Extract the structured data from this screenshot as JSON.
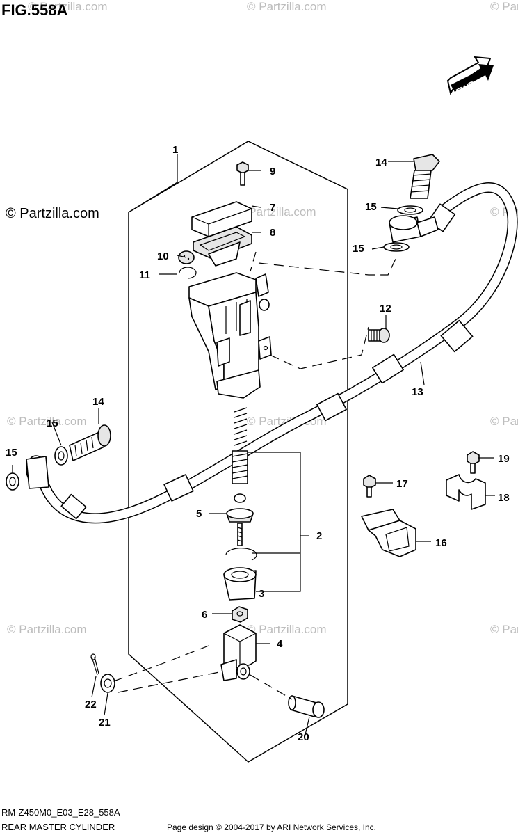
{
  "figure_title": "FIG.558A",
  "direction_badge": "FWD",
  "watermark_text": "© Partzilla.com",
  "watermark_main": "© Partzilla.com",
  "callouts": [
    "1",
    "2",
    "3",
    "4",
    "5",
    "6",
    "7",
    "8",
    "9",
    "10",
    "11",
    "12",
    "13",
    "14",
    "15",
    "16",
    "17",
    "18",
    "19",
    "20",
    "21",
    "22"
  ],
  "footer": {
    "code": "RM-Z450M0_E03_E28_558A",
    "name": "REAR MASTER CYLINDER",
    "credit": "Page design © 2004-2017 by ARI Network Services, Inc."
  }
}
